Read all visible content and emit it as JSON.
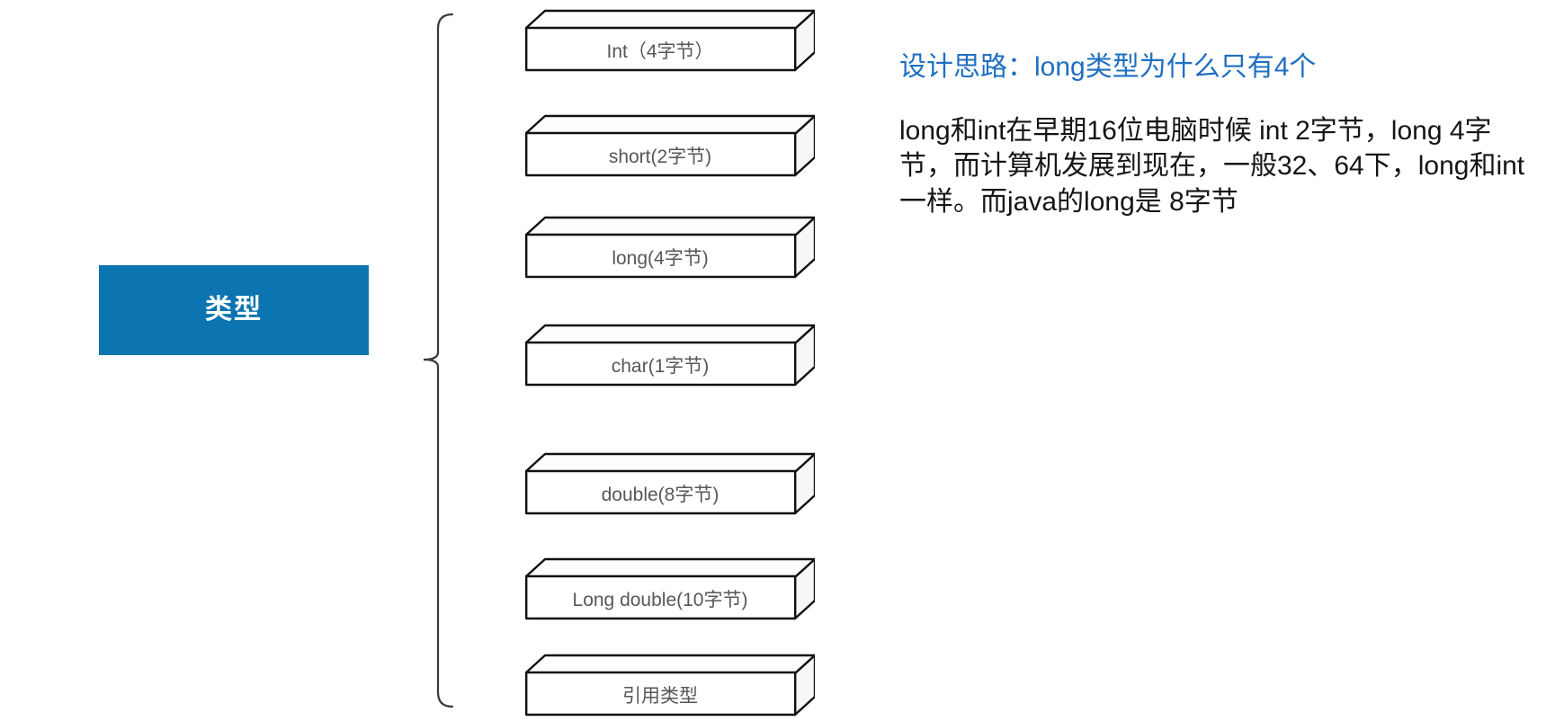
{
  "diagram": {
    "root": {
      "label": "类型",
      "fill_color": "#0c74b0",
      "text_color": "#ffffff"
    },
    "bracket": {
      "name": "left-curly-bracket"
    },
    "nodes": [
      {
        "label": "Int（4字节）",
        "name": "type-box-int"
      },
      {
        "label": "short(2字节)",
        "name": "type-box-short"
      },
      {
        "label": "long(4字节)",
        "name": "type-box-long"
      },
      {
        "label": "char(1字节)",
        "name": "type-box-char"
      },
      {
        "label": "double(8字节)",
        "name": "type-box-double"
      },
      {
        "label": "Long double(10字节)",
        "name": "type-box-long-double"
      },
      {
        "label": "引用类型",
        "name": "type-box-reference"
      }
    ]
  },
  "notes": {
    "heading": "设计思路：long类型为什么只有4个",
    "heading_color": "#1f6fc0",
    "body": "long和int在早期16位电脑时候 int 2字节，long 4字节，而计算机发展到现在，一般32、64下，long和int一样。而java的long是 8字节"
  }
}
